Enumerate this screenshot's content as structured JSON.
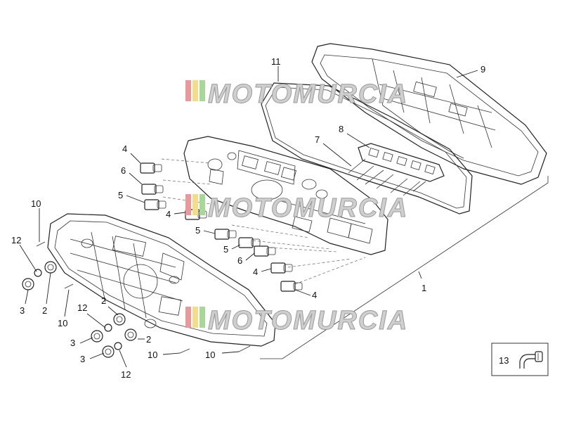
{
  "watermark": {
    "text": "MOTOMURCIA",
    "stripe_colors": [
      "#e89a9a",
      "#f3dc8a",
      "#a9d79a"
    ]
  },
  "callouts": [
    {
      "id": "c1",
      "text": "1"
    },
    {
      "id": "c2a",
      "text": "2"
    },
    {
      "id": "c2b",
      "text": "2"
    },
    {
      "id": "c2c",
      "text": "2"
    },
    {
      "id": "c3a",
      "text": "3"
    },
    {
      "id": "c3b",
      "text": "3"
    },
    {
      "id": "c3c",
      "text": "3"
    },
    {
      "id": "c4a",
      "text": "4"
    },
    {
      "id": "c4b",
      "text": "4"
    },
    {
      "id": "c4c",
      "text": "4"
    },
    {
      "id": "c4d",
      "text": "4"
    },
    {
      "id": "c5a",
      "text": "5"
    },
    {
      "id": "c5b",
      "text": "5"
    },
    {
      "id": "c5c",
      "text": "5"
    },
    {
      "id": "c6a",
      "text": "6"
    },
    {
      "id": "c6b",
      "text": "6"
    },
    {
      "id": "c7",
      "text": "7"
    },
    {
      "id": "c8",
      "text": "8"
    },
    {
      "id": "c9",
      "text": "9"
    },
    {
      "id": "c10a",
      "text": "10"
    },
    {
      "id": "c10b",
      "text": "10"
    },
    {
      "id": "c10c",
      "text": "10"
    },
    {
      "id": "c10d",
      "text": "10"
    },
    {
      "id": "c11",
      "text": "11"
    },
    {
      "id": "c12a",
      "text": "12"
    },
    {
      "id": "c12b",
      "text": "12"
    },
    {
      "id": "c12c",
      "text": "12"
    },
    {
      "id": "c13",
      "text": "13"
    }
  ],
  "icons": {
    "kit_icon": "connector-plug-icon"
  }
}
